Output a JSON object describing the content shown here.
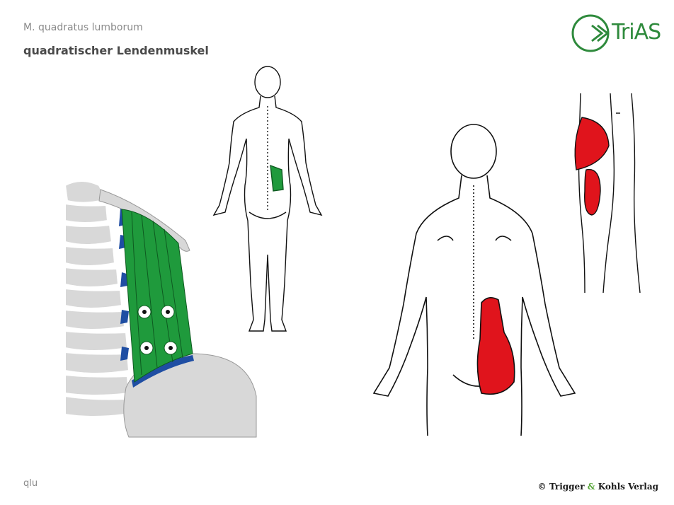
{
  "header": {
    "latin_name": "M. quadratus lumborum",
    "german_name": "quadratischer Lendenmuskel"
  },
  "logo": {
    "text": "TriAS",
    "icon": "trias-chevron-logo-icon"
  },
  "footer": {
    "code": "qlu",
    "copyright_prefix": "© Trigger ",
    "copyright_amp": "&",
    "copyright_suffix": " Kohls Verlag"
  },
  "colors": {
    "muscle": "#1f9a3c",
    "tendon": "#1f4ea3",
    "bone": "#d8d8d8",
    "pain_zone": "#e0141c",
    "outline": "#111111",
    "logo": "#2e8a3c"
  },
  "figures": [
    "anatomy-detail-muscle",
    "body-back-location",
    "body-back-pain-zone",
    "leg-side-pain-zone"
  ]
}
